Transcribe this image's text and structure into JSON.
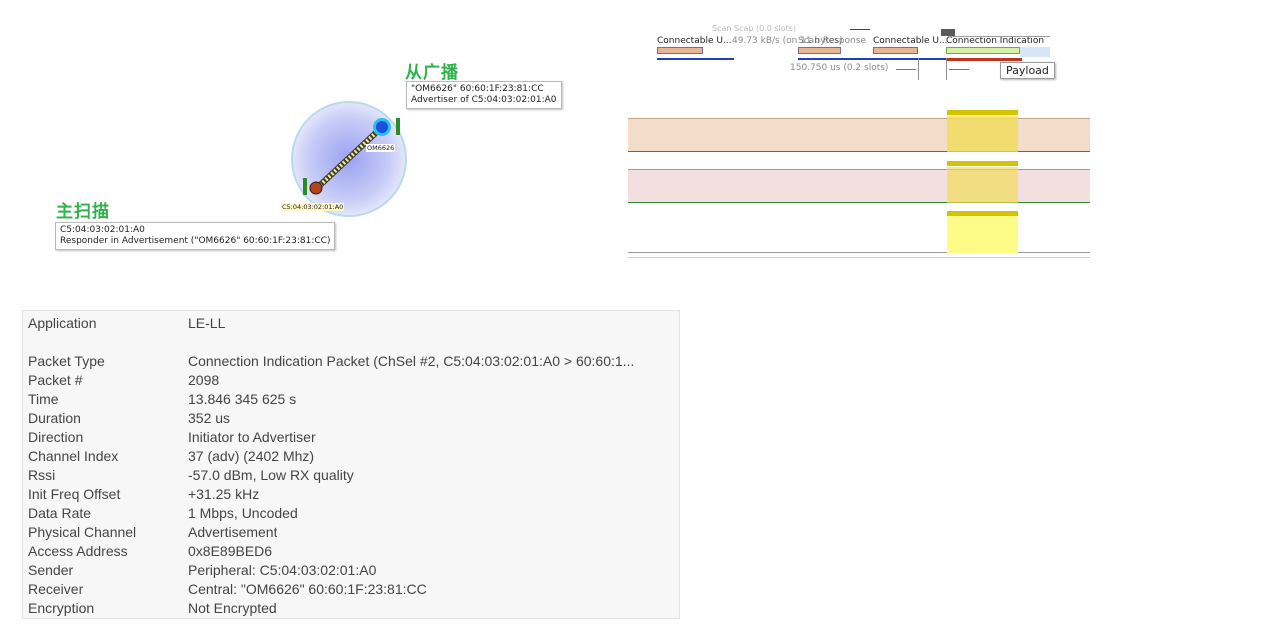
{
  "topology": {
    "advertiser_title": "从广播",
    "advertiser_tooltip": [
      "\"OM6626\" 60:60:1F:23:81:CC",
      "Advertiser of C5:04:03:02:01:A0"
    ],
    "scanner_title": "主扫描",
    "scanner_tooltip": [
      "C5:04:03:02:01:A0",
      "Responder in Advertisement (\"OM6626\" 60:60:1F:23:81:CC)"
    ],
    "node_advertiser_label": "OM6626",
    "node_scanner_label": "C5:04:03:02:01:A0",
    "colors": {
      "title_green": "#2fb24b",
      "advertiser_node": "#1a4fe0",
      "scanner_node": "#b0441c"
    }
  },
  "timeline": {
    "top_faded": "Scan Scap (0.0 slots)",
    "packet_labels": [
      "Connectable U...",
      "49.73 kB/s (on 11 bytes)",
      "Scan Response",
      "Connectable U...",
      "Connection Indication"
    ],
    "interval_label": "150.750 us  (0.2 slots)",
    "payload_tooltip": "Payload",
    "colors": {
      "band1": "#f4dccb",
      "band2": "#f4dfe0",
      "highlight": "#f3e27a",
      "highlight_bright": "#fdfc86"
    }
  },
  "details": {
    "rows": [
      {
        "key": "Application",
        "value": "LE-LL"
      },
      {
        "key": "Packet Type",
        "value": "Connection Indication Packet (ChSel #2, C5:04:03:02:01:A0 > 60:60:1..."
      },
      {
        "key": "Packet #",
        "value": "2098"
      },
      {
        "key": "Time",
        "value": "13.846 345 625 s"
      },
      {
        "key": "Duration",
        "value": "352 us"
      },
      {
        "key": "Direction",
        "value": "Initiator to Advertiser"
      },
      {
        "key": "Channel Index",
        "value": "37 (adv) (2402 Mhz)"
      },
      {
        "key": "Rssi",
        "value": "-57.0 dBm, Low RX quality"
      },
      {
        "key": "Init Freq Offset",
        "value": "+31.25 kHz"
      },
      {
        "key": "Data Rate",
        "value": "1 Mbps, Uncoded"
      },
      {
        "key": "Physical Channel",
        "value": "Advertisement"
      },
      {
        "key": "Access Address",
        "value": "0x8E89BED6"
      },
      {
        "key": "Sender",
        "value": "Peripheral: C5:04:03:02:01:A0"
      },
      {
        "key": "Receiver",
        "value": "Central: \"OM6626\" 60:60:1F:23:81:CC"
      },
      {
        "key": "Encryption",
        "value": "Not Encrypted"
      }
    ]
  }
}
